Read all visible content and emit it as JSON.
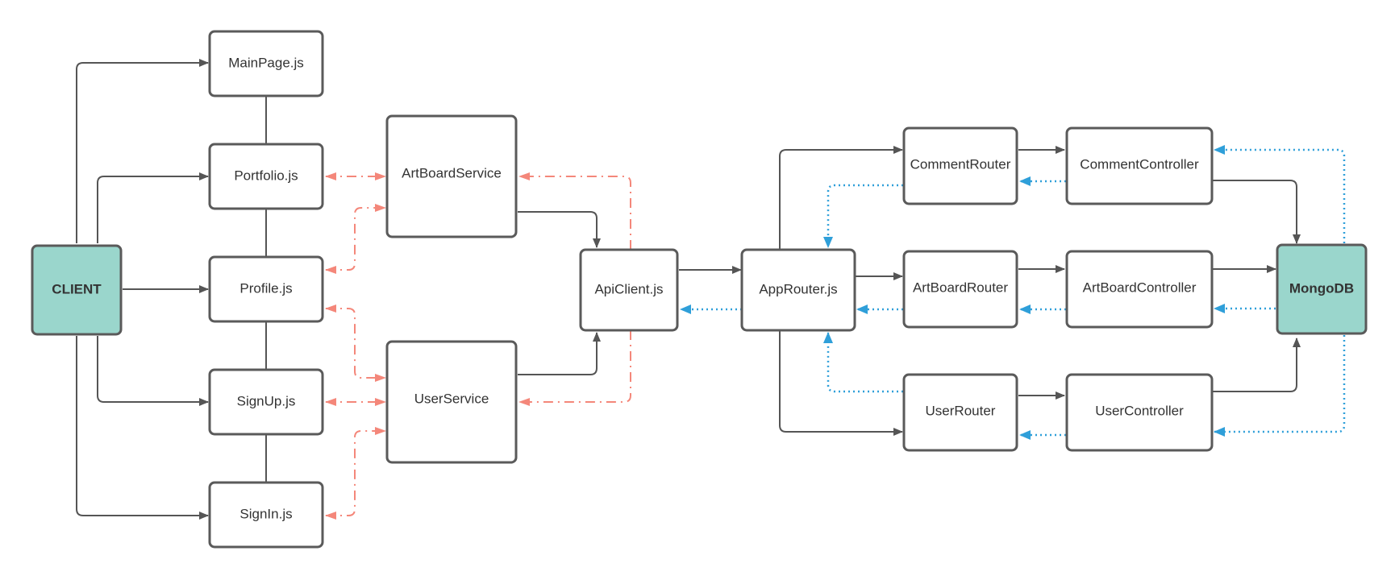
{
  "colors": {
    "accent_fill": "#9ad6cc",
    "node_border": "#5a5a5a",
    "solid_edge": "#555555",
    "service_link": "#f4877a",
    "response_link": "#2f9fd9"
  },
  "nodes": {
    "client": "CLIENT",
    "main_page": "MainPage.js",
    "portfolio": "Portfolio.js",
    "profile": "Profile.js",
    "signup": "SignUp.js",
    "signin": "SignIn.js",
    "artboard_service": "ArtBoardService",
    "user_service": "UserService",
    "api_client": "ApiClient.js",
    "app_router": "AppRouter.js",
    "comment_router": "CommentRouter",
    "artboard_router": "ArtBoardRouter",
    "user_router": "UserRouter",
    "comment_controller": "CommentController",
    "artboard_controller": "ArtBoardController",
    "user_controller": "UserController",
    "mongodb": "MongoDB"
  }
}
